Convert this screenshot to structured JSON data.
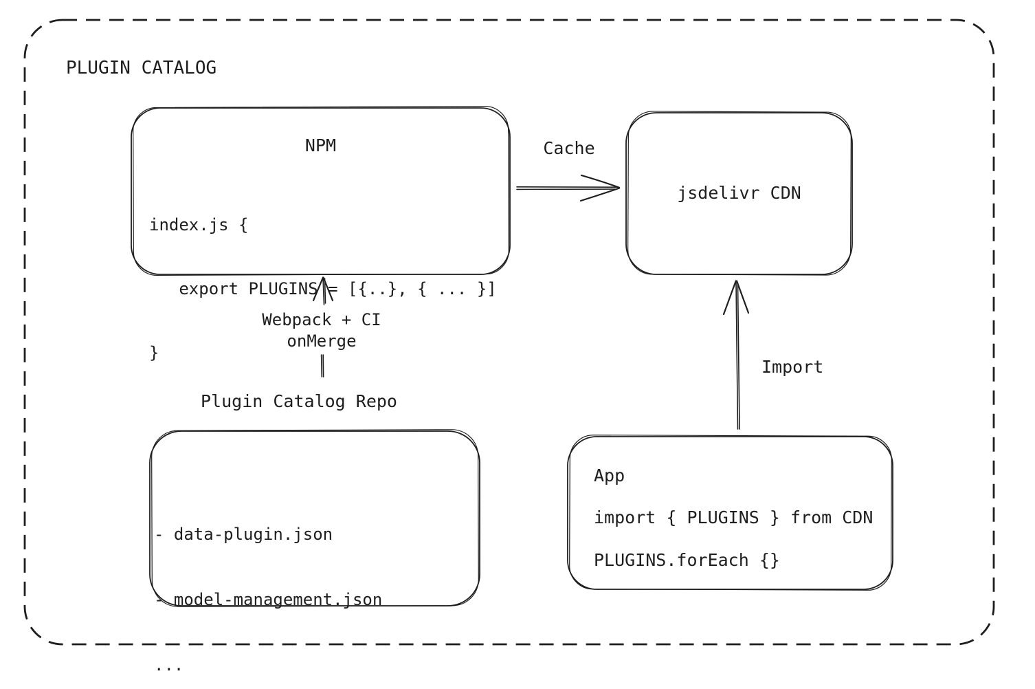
{
  "canvas": {
    "title": "PLUGIN CATALOG",
    "colors": {
      "stroke": "#1e1e1e",
      "background": "#ffffff"
    }
  },
  "nodes": {
    "npm": {
      "title": "NPM",
      "code": [
        "index.js {",
        "   export PLUGINS = [{..}, { ... }]",
        "}"
      ]
    },
    "cdn": {
      "label": "jsdelivr CDN"
    },
    "repo": {
      "label": "Plugin Catalog Repo",
      "items": [
        "- data-plugin.json",
        "- model-management.json",
        "..."
      ]
    },
    "app": {
      "title": "App",
      "lines": [
        "import { PLUGINS } from CDN",
        "PLUGINS.forEach {}"
      ]
    }
  },
  "edges": {
    "cache": {
      "label": "Cache"
    },
    "build": {
      "label_line1": "Webpack + CI",
      "label_line2": "onMerge"
    },
    "import": {
      "label": "Import"
    }
  }
}
